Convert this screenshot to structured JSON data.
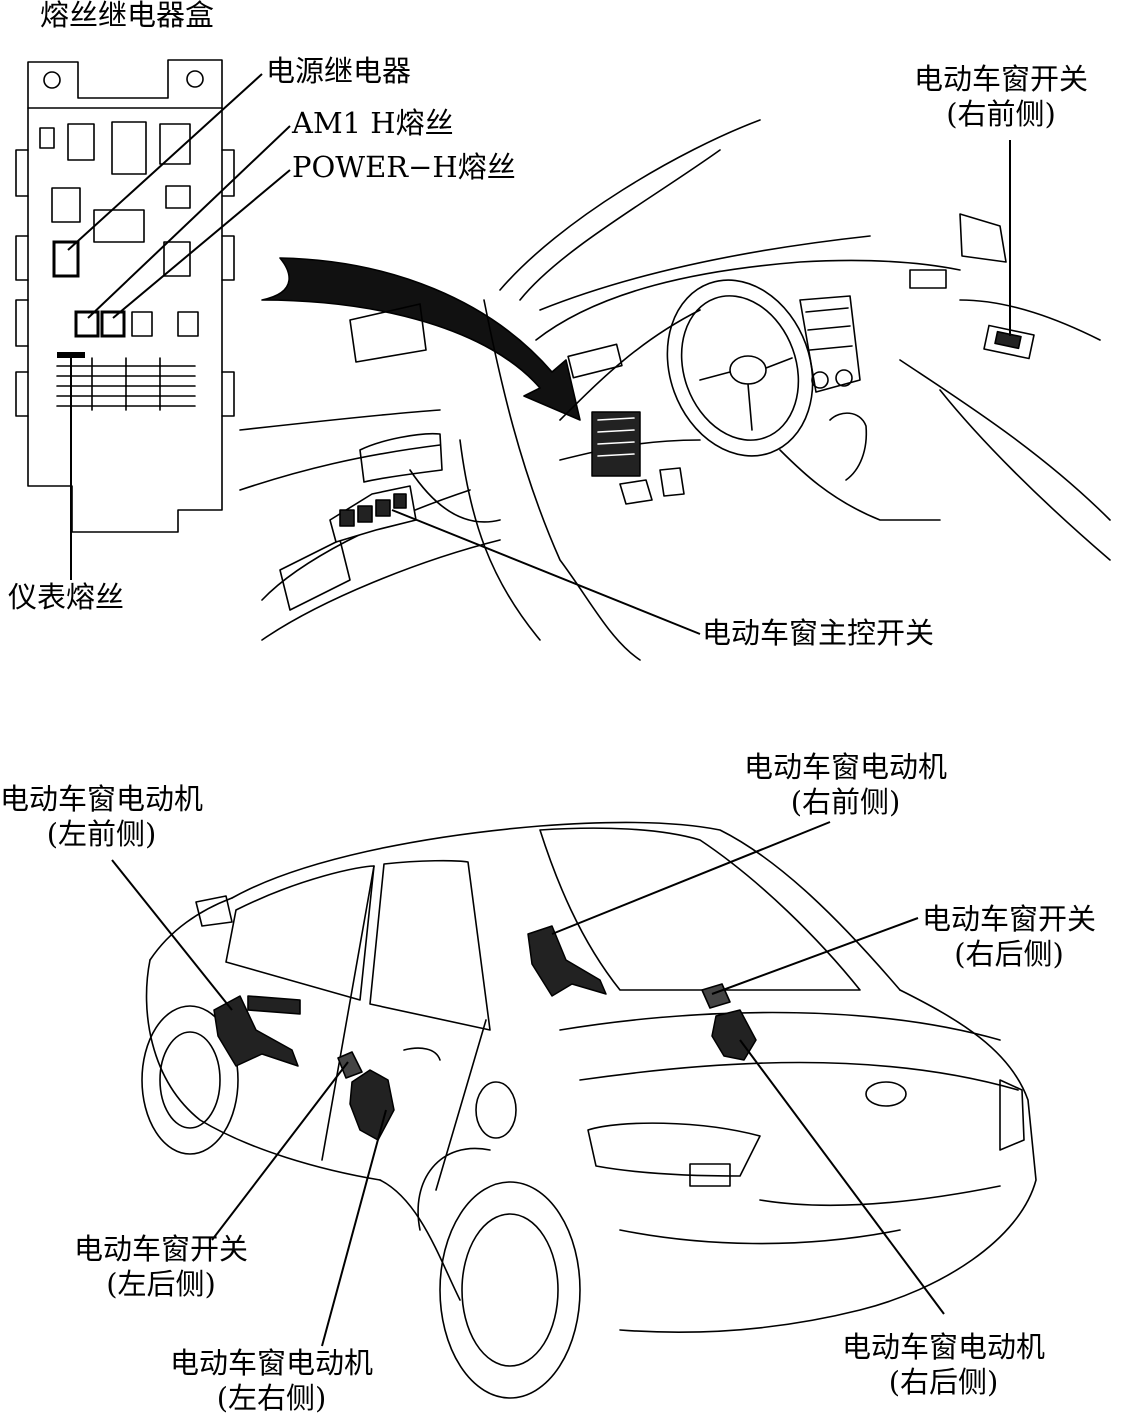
{
  "labels": {
    "fuse_box": "熔丝继电器盒",
    "power_relay": "电源继电器",
    "am1_fuse": "AM1 H熔丝",
    "power_fuse": "POWER−H熔丝",
    "meter_fuse": "仪表熔丝",
    "switch_rf": {
      "line1": "电动车窗开关",
      "line2": "(右前侧)"
    },
    "master_switch": "电动车窗主控开关",
    "motor_lf": {
      "line1": "电动车窗电动机",
      "line2": "(左前侧)"
    },
    "motor_rf": {
      "line1": "电动车窗电动机",
      "line2": "(右前侧)"
    },
    "switch_rr": {
      "line1": "电动车窗开关",
      "line2": "(右后侧)"
    },
    "switch_lr": {
      "line1": "电动车窗开关",
      "line2": "(左后侧)"
    },
    "motor_lr": {
      "line1": "电动车窗电动机",
      "line2": "(左右侧)"
    },
    "motor_rr": {
      "line1": "电动车窗电动机",
      "line2": "(右后侧)"
    }
  }
}
